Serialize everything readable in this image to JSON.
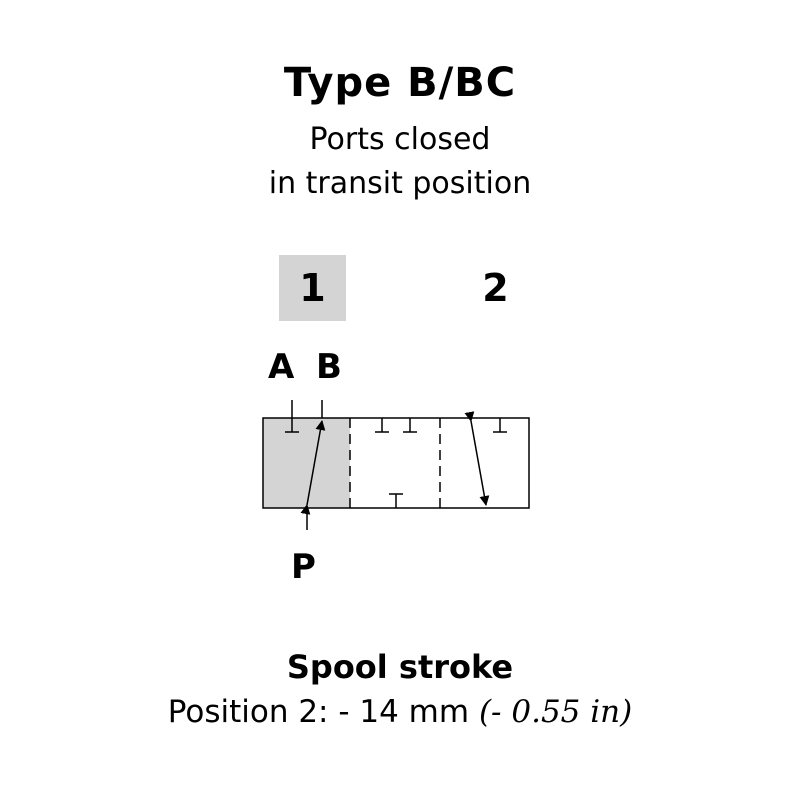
{
  "header": {
    "title": "Type B/BC",
    "subtitle_line1": "Ports closed",
    "subtitle_line2": "in transit position"
  },
  "positions": [
    {
      "label": "1",
      "highlighted": true
    },
    {
      "label": "2",
      "highlighted": false
    }
  ],
  "ports": {
    "a": "A",
    "b": "B",
    "p": "P"
  },
  "spool_stroke": {
    "title": "Spool stroke",
    "position_text": "Position 2: - 14 mm",
    "inch_text": "(- 0.55 in)"
  },
  "colors": {
    "highlight_fill": "#d4d4d4",
    "line": "#000000",
    "background": "#ffffff"
  }
}
